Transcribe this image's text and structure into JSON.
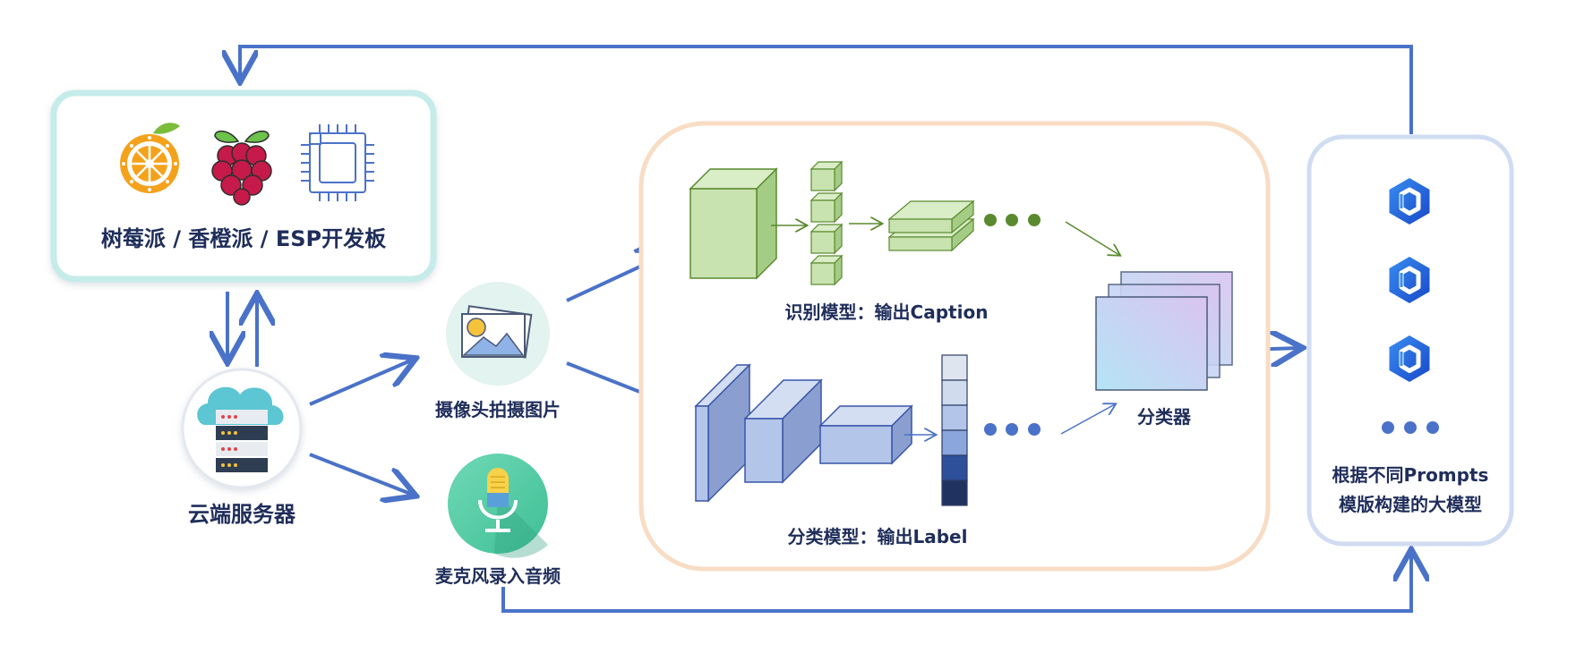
{
  "devices": {
    "label": "树莓派 / 香橙派 / ESP开发板",
    "icons": [
      "orange-pi-icon",
      "raspberry-pi-icon",
      "esp-chip-icon"
    ]
  },
  "cloud": {
    "label": "云端服务器",
    "icon": "cloud-server-icon"
  },
  "camera": {
    "label": "摄像头拍摄图片",
    "icon": "image-icon"
  },
  "microphone": {
    "label": "麦克风录入音频",
    "icon": "microphone-icon"
  },
  "recognition_model": {
    "label": "识别模型：输出Caption"
  },
  "classification_model": {
    "label": "分类模型：输出Label"
  },
  "classifier": {
    "label": "分类器"
  },
  "llm": {
    "label_line1": "根据不同Prompts",
    "label_line2": "模版构建的大模型",
    "icon": "llm-hexagon-icon"
  },
  "colors": {
    "arrow": "#4a72c8",
    "navy_text": "#1f2d5a",
    "green": "#5a8a2e",
    "green_fill": "#c9e3b0",
    "blue_fill": "#b3c6ea",
    "model_border": "#f8dcc4",
    "device_border": "#c6ecea",
    "llm_border": "#cfdcf2"
  }
}
